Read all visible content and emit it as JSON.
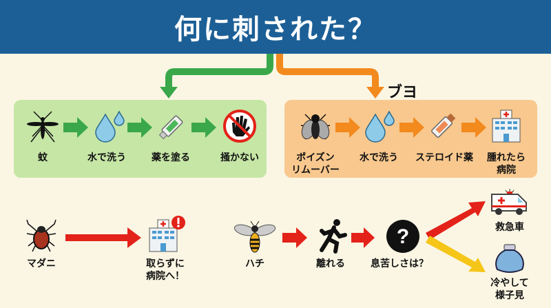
{
  "title": "何に刺された？",
  "mosquito": {
    "steps": [
      "蚊",
      "水で洗う",
      "薬を塗る",
      "掻かない"
    ],
    "color": "#3aa84a"
  },
  "buyo": {
    "name": "ブヨ",
    "steps": [
      "ポイズン\nリムーバー",
      "水で洗う",
      "ステロイド薬",
      "腫れたら\n病院"
    ],
    "color": "#f28a1e"
  },
  "tick": {
    "steps": [
      "マダニ",
      "取らずに\n病院へ！"
    ]
  },
  "bee": {
    "steps": [
      "ハチ",
      "離れる",
      "息苦しさは？"
    ],
    "yes": "救急車",
    "no": "冷やして\n様子見"
  }
}
